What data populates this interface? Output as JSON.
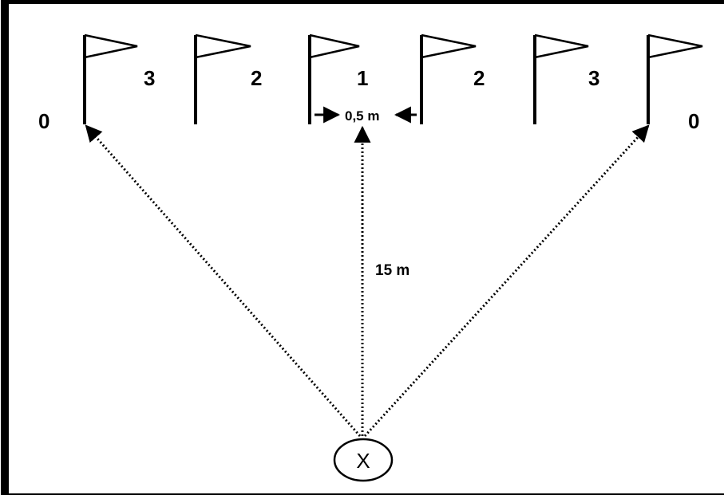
{
  "flag_scores": [
    "0",
    "3",
    "2",
    "1",
    "2",
    "3",
    "0"
  ],
  "spacing_label": "0,5 m",
  "distance_label": "15 m",
  "start_marker_label": "X",
  "colors": {
    "ink": "#000000",
    "background": "#ffffff"
  }
}
